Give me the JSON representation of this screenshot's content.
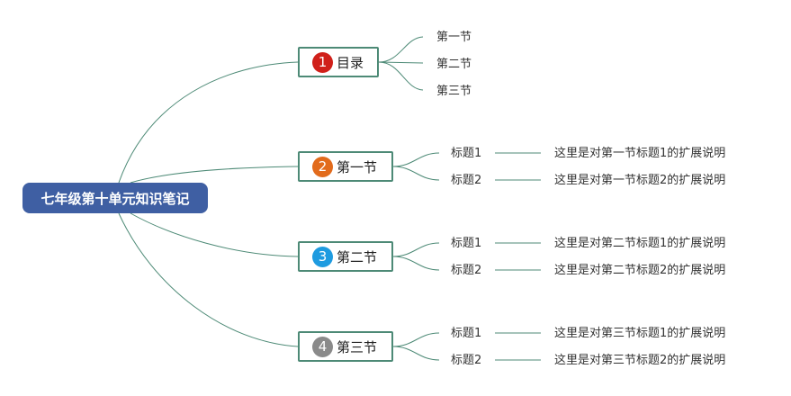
{
  "root": {
    "title": "七年级第十单元知识笔记",
    "color": "#3f5fa3"
  },
  "line_color": "#4d8a76",
  "branches": [
    {
      "number": "1",
      "title": "目录",
      "badge_color": "#d0201a",
      "children": [
        "第一节",
        "第二节",
        "第三节"
      ]
    },
    {
      "number": "2",
      "title": "第一节",
      "badge_color": "#e26b1c",
      "children": [
        {
          "topic": "标题1",
          "note": "这里是对第一节标题1的扩展说明"
        },
        {
          "topic": "标题2",
          "note": "这里是对第一节标题2的扩展说明"
        }
      ]
    },
    {
      "number": "3",
      "title": "第二节",
      "badge_color": "#1e9be0",
      "children": [
        {
          "topic": "标题1",
          "note": "这里是对第二节标题1的扩展说明"
        },
        {
          "topic": "标题2",
          "note": "这里是对第二节标题2的扩展说明"
        }
      ]
    },
    {
      "number": "4",
      "title": "第三节",
      "badge_color": "#8a8a8a",
      "children": [
        {
          "topic": "标题1",
          "note": "这里是对第三节标题1的扩展说明"
        },
        {
          "topic": "标题2",
          "note": "这里是对第三节标题2的扩展说明"
        }
      ]
    }
  ]
}
